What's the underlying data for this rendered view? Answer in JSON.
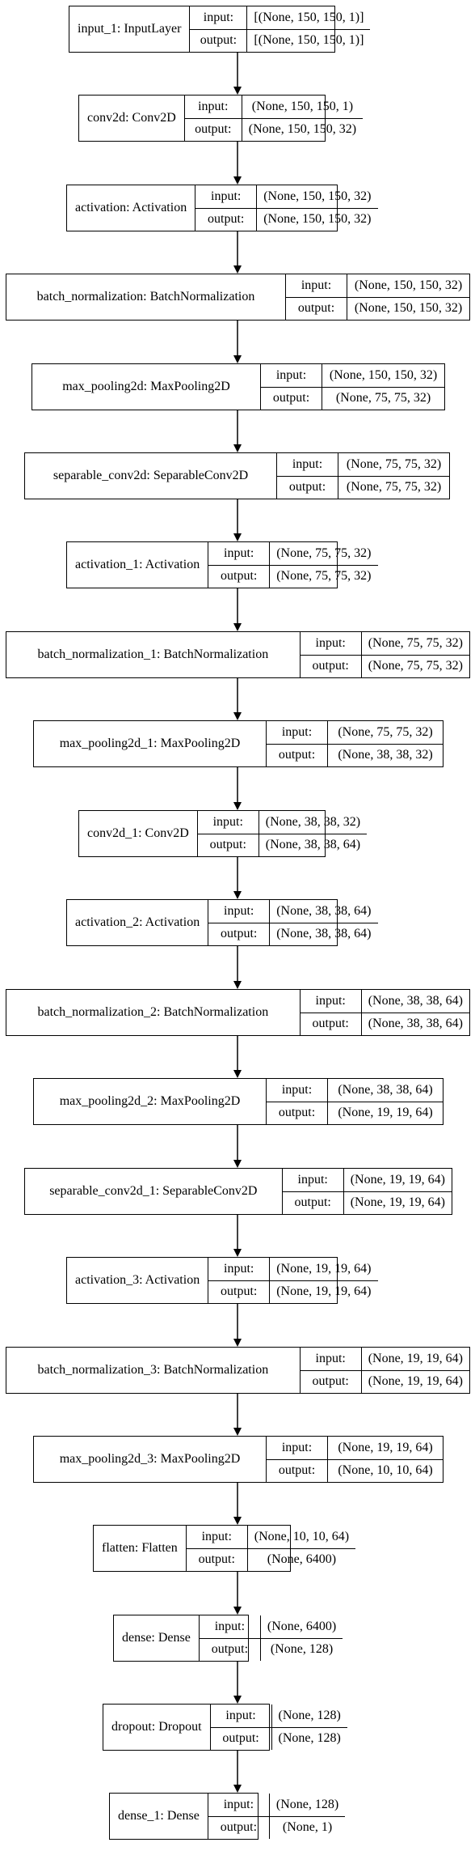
{
  "nodes": [
    {
      "name": "input_1: InputLayer",
      "input_label": "input:",
      "output_label": "output:",
      "input": "[(None, 150, 150, 1)]",
      "output": "[(None, 150, 150, 1)]"
    },
    {
      "name": "conv2d: Conv2D",
      "input_label": "input:",
      "output_label": "output:",
      "input": "(None, 150, 150, 1)",
      "output": "(None, 150, 150, 32)"
    },
    {
      "name": "activation: Activation",
      "input_label": "input:",
      "output_label": "output:",
      "input": "(None, 150, 150, 32)",
      "output": "(None, 150, 150, 32)"
    },
    {
      "name": "batch_normalization: BatchNormalization",
      "input_label": "input:",
      "output_label": "output:",
      "input": "(None, 150, 150, 32)",
      "output": "(None, 150, 150, 32)"
    },
    {
      "name": "max_pooling2d: MaxPooling2D",
      "input_label": "input:",
      "output_label": "output:",
      "input": "(None, 150, 150, 32)",
      "output": "(None, 75, 75, 32)"
    },
    {
      "name": "separable_conv2d: SeparableConv2D",
      "input_label": "input:",
      "output_label": "output:",
      "input": "(None, 75, 75, 32)",
      "output": "(None, 75, 75, 32)"
    },
    {
      "name": "activation_1: Activation",
      "input_label": "input:",
      "output_label": "output:",
      "input": "(None, 75, 75, 32)",
      "output": "(None, 75, 75, 32)"
    },
    {
      "name": "batch_normalization_1: BatchNormalization",
      "input_label": "input:",
      "output_label": "output:",
      "input": "(None, 75, 75, 32)",
      "output": "(None, 75, 75, 32)"
    },
    {
      "name": "max_pooling2d_1: MaxPooling2D",
      "input_label": "input:",
      "output_label": "output:",
      "input": "(None, 75, 75, 32)",
      "output": "(None, 38, 38, 32)"
    },
    {
      "name": "conv2d_1: Conv2D",
      "input_label": "input:",
      "output_label": "output:",
      "input": "(None, 38, 38, 32)",
      "output": "(None, 38, 38, 64)"
    },
    {
      "name": "activation_2: Activation",
      "input_label": "input:",
      "output_label": "output:",
      "input": "(None, 38, 38, 64)",
      "output": "(None, 38, 38, 64)"
    },
    {
      "name": "batch_normalization_2: BatchNormalization",
      "input_label": "input:",
      "output_label": "output:",
      "input": "(None, 38, 38, 64)",
      "output": "(None, 38, 38, 64)"
    },
    {
      "name": "max_pooling2d_2: MaxPooling2D",
      "input_label": "input:",
      "output_label": "output:",
      "input": "(None, 38, 38, 64)",
      "output": "(None, 19, 19, 64)"
    },
    {
      "name": "separable_conv2d_1: SeparableConv2D",
      "input_label": "input:",
      "output_label": "output:",
      "input": "(None, 19, 19, 64)",
      "output": "(None, 19, 19, 64)"
    },
    {
      "name": "activation_3: Activation",
      "input_label": "input:",
      "output_label": "output:",
      "input": "(None, 19, 19, 64)",
      "output": "(None, 19, 19, 64)"
    },
    {
      "name": "batch_normalization_3: BatchNormalization",
      "input_label": "input:",
      "output_label": "output:",
      "input": "(None, 19, 19, 64)",
      "output": "(None, 19, 19, 64)"
    },
    {
      "name": "max_pooling2d_3: MaxPooling2D",
      "input_label": "input:",
      "output_label": "output:",
      "input": "(None, 19, 19, 64)",
      "output": "(None, 10, 10, 64)"
    },
    {
      "name": "flatten: Flatten",
      "input_label": "input:",
      "output_label": "output:",
      "input": "(None, 10, 10, 64)",
      "output": "(None, 6400)"
    },
    {
      "name": "dense: Dense",
      "input_label": "input:",
      "output_label": "output:",
      "input": "(None, 6400)",
      "output": "(None, 128)"
    },
    {
      "name": "dropout: Dropout",
      "input_label": "input:",
      "output_label": "output:",
      "input": "(None, 128)",
      "output": "(None, 128)"
    },
    {
      "name": "dense_1: Dense",
      "input_label": "input:",
      "output_label": "output:",
      "input": "(None, 128)",
      "output": "(None, 1)"
    }
  ],
  "colors": {
    "line": "#000000",
    "background": "#ffffff"
  }
}
